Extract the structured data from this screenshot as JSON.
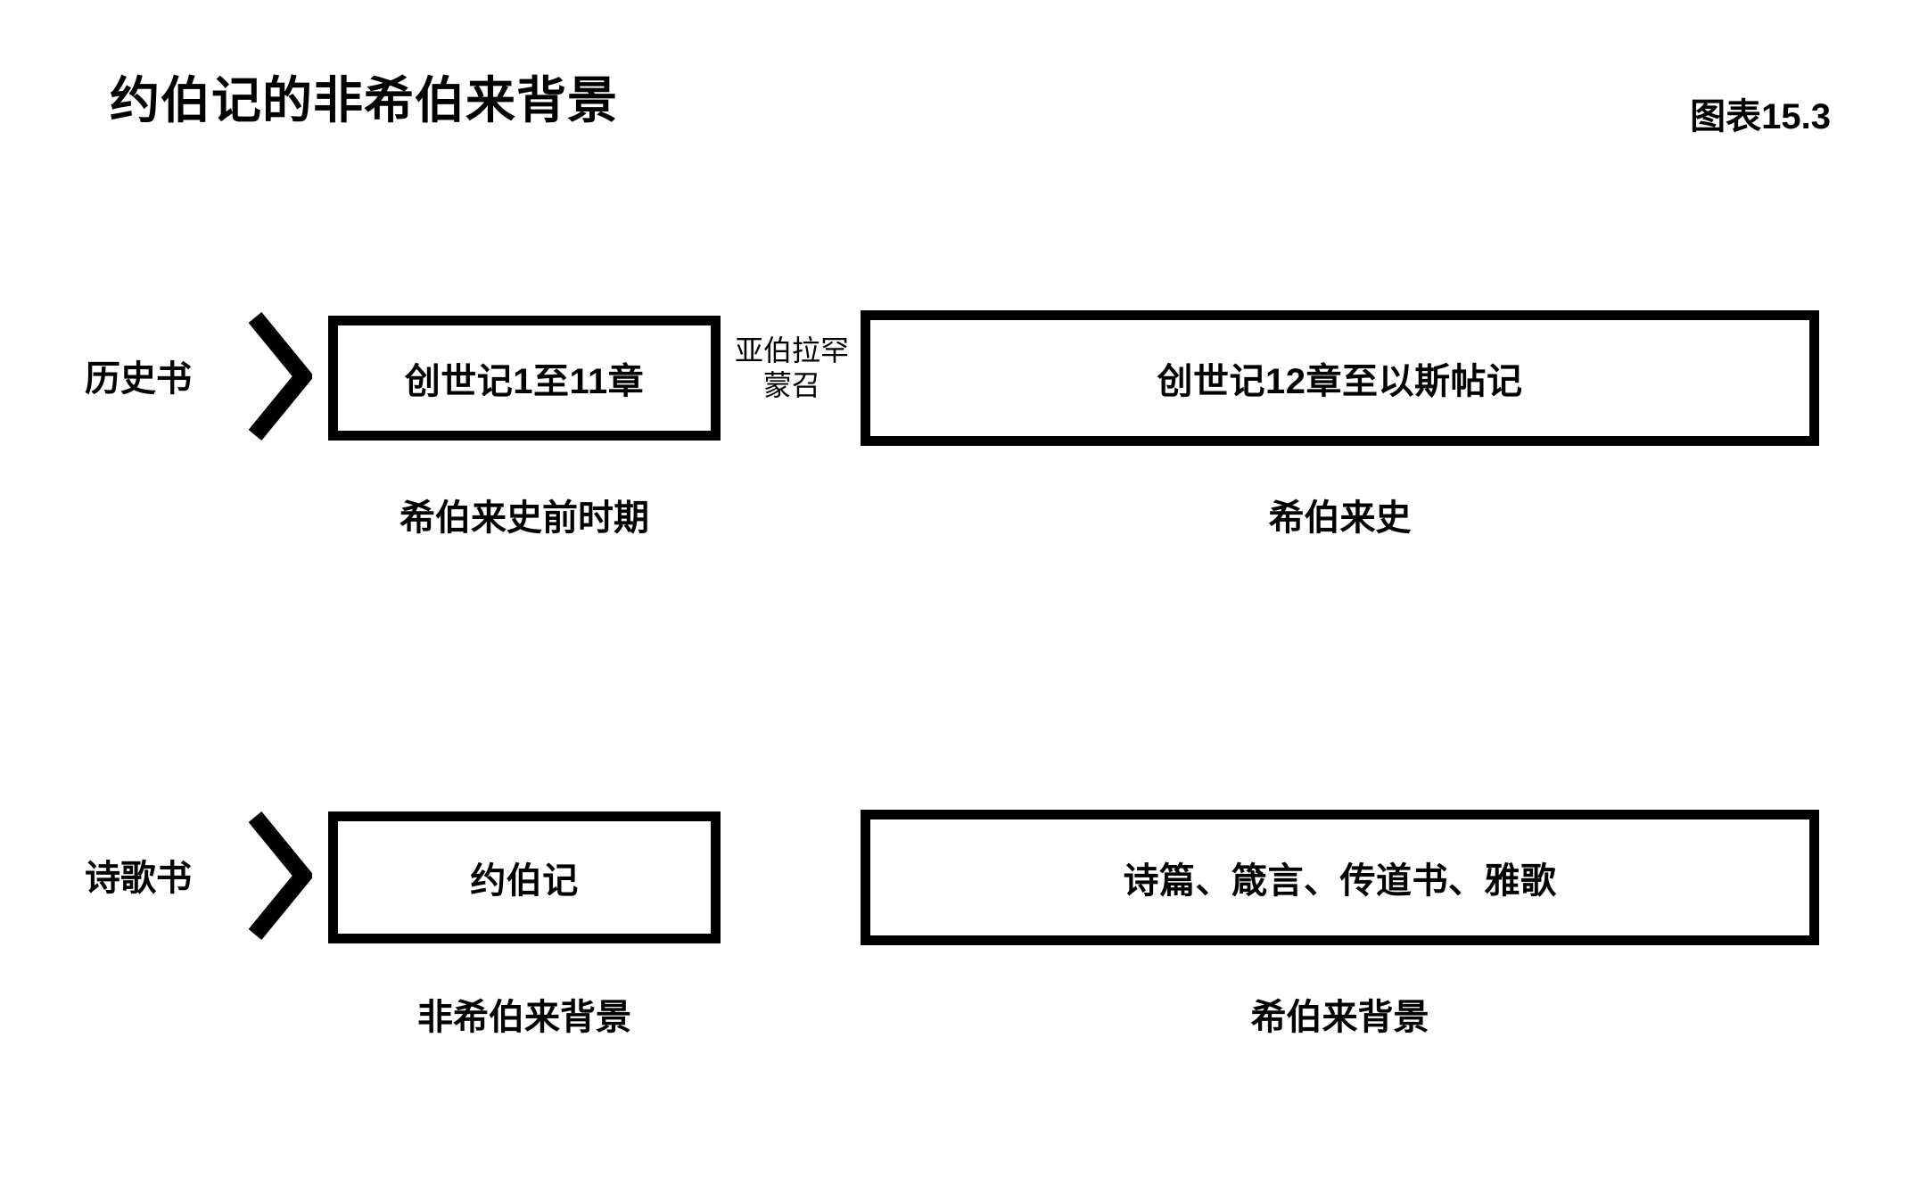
{
  "header": {
    "title": "约伯记的非希伯来背景",
    "figure_number": "图表15.3"
  },
  "connector": {
    "line1": "亚伯拉罕",
    "line2": "蒙召"
  },
  "rows": [
    {
      "label": "历史书",
      "arrow_icon": "chevron-right-icon",
      "left": {
        "box_label": "创世记1至11章",
        "caption": "希伯来史前时期"
      },
      "right": {
        "box_label": "创世记12章至以斯帖记",
        "caption": "希伯来史"
      }
    },
    {
      "label": "诗歌书",
      "arrow_icon": "chevron-right-icon",
      "left": {
        "box_label": "约伯记",
        "caption": "非希伯来背景"
      },
      "right": {
        "box_label": "诗篇、箴言、传道书、雅歌",
        "caption": "希伯来背景"
      }
    }
  ],
  "colors": {
    "stroke": "#000000",
    "background": "#ffffff",
    "text": "#000000"
  }
}
